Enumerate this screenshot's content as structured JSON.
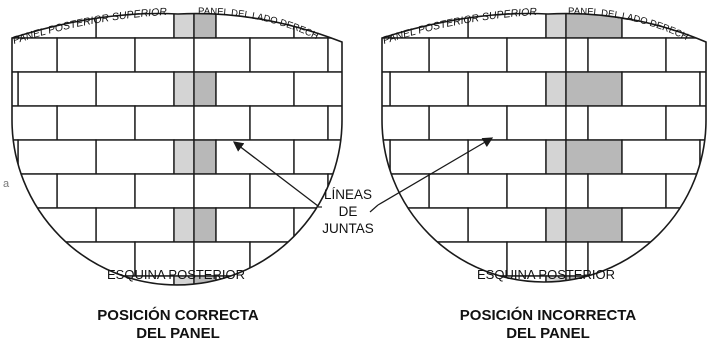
{
  "stray_char": "a",
  "left_panel": {
    "back_panel_label": "PANEL POSTERIOR SUPERIOR",
    "side_panel_label": "PANEL DEL LADO DERECHO",
    "caption": "ESQUINA POSTERIOR",
    "title_line1": "POSICIÓN CORRECTA",
    "title_line2": "DEL PANEL"
  },
  "right_panel": {
    "back_panel_label": "PANEL POSTERIOR SUPERIOR",
    "side_panel_label": "PANEL DEL LADO DERECHO",
    "caption": "ESQUINA POSTERIOR",
    "title_line1": "POSICIÓN INCORRECTA",
    "title_line2": "DEL PANEL"
  },
  "callout": {
    "line1": "LÍNEAS",
    "line2": "DE",
    "line3": "JUNTAS"
  },
  "colors": {
    "brick_fill": "#ffffff",
    "shaded_brick": "#b8b8b8",
    "light_brick": "#d4d4d4",
    "outline": "#1a1a1a"
  }
}
